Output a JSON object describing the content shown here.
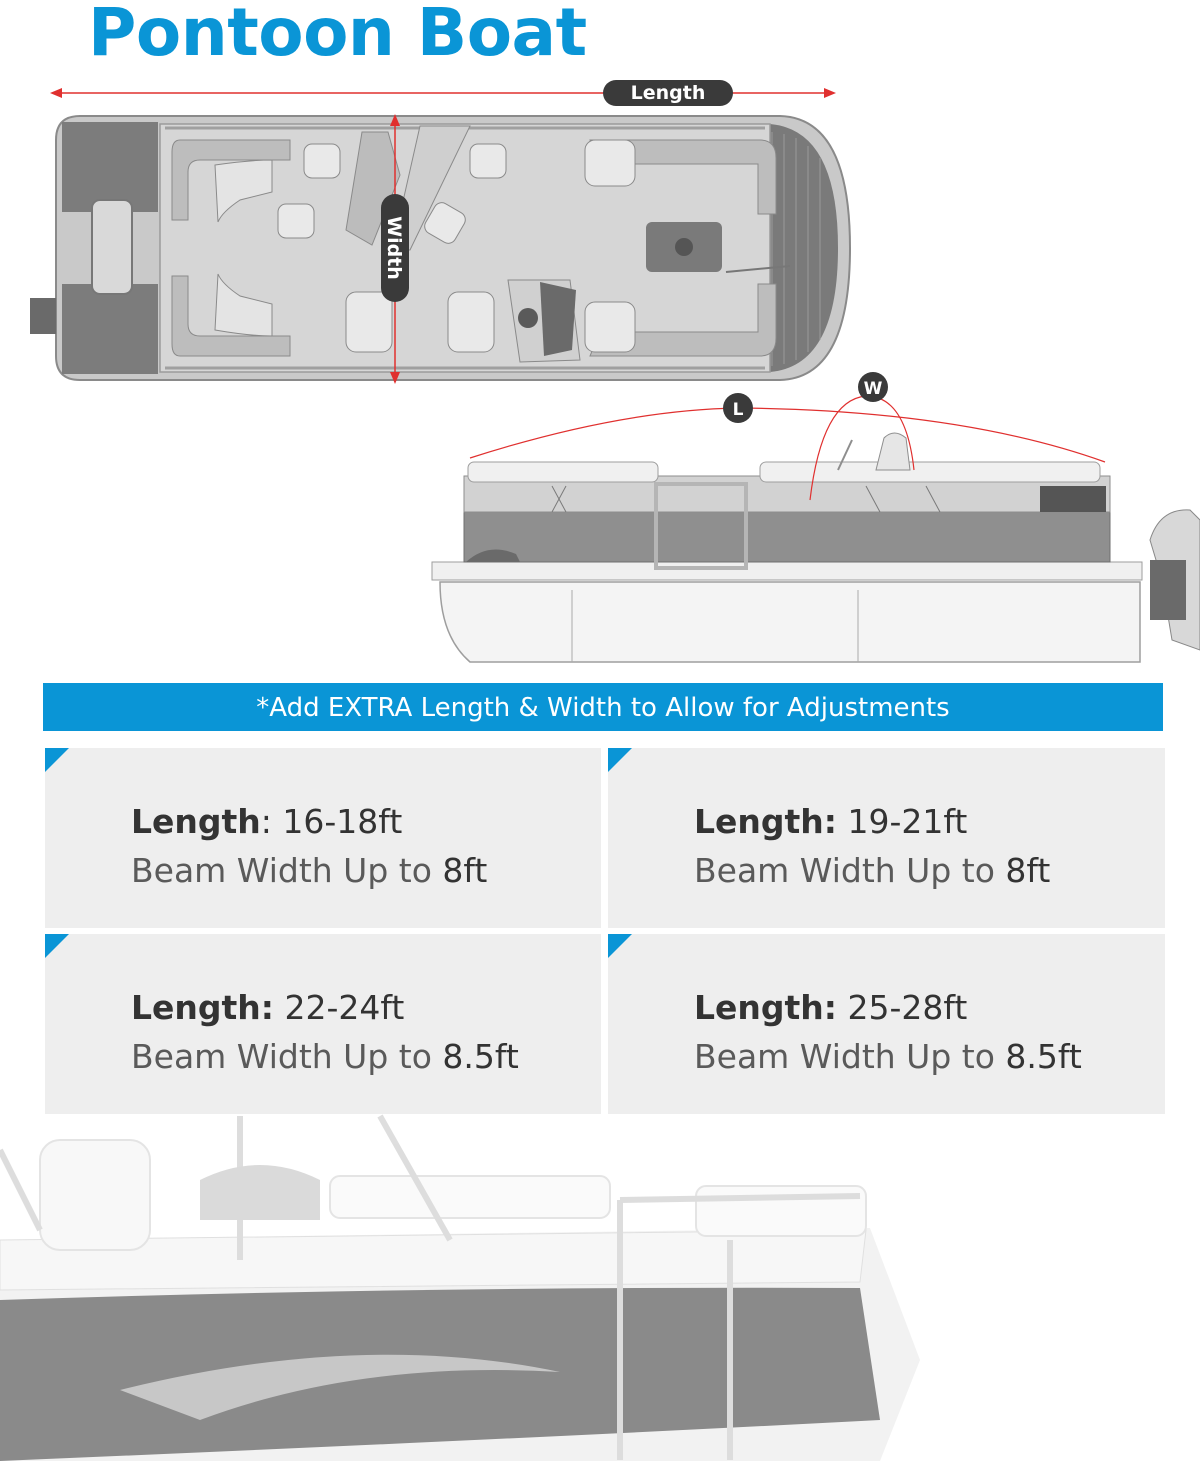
{
  "title": "Pontoon Boat",
  "diagram": {
    "length_label": "Length",
    "width_label": "Width",
    "l_marker": "L",
    "w_marker": "W"
  },
  "banner": "*Add EXTRA Length & Width to Allow for Adjustments",
  "sizes": [
    {
      "length_label": "Length",
      "length_value": "16-18ft",
      "width_prefix": "Beam Width Up to",
      "width_value": "8ft"
    },
    {
      "length_label": "Length:",
      "length_value": "19-21ft",
      "width_prefix": "Beam Width Up to",
      "width_value": "8ft"
    },
    {
      "length_label": "Length:",
      "length_value": "22-24ft",
      "width_prefix": "Beam Width Up to",
      "width_value": "8.5ft"
    },
    {
      "length_label": "Length:",
      "length_value": "25-28ft",
      "width_prefix": "Beam Width Up to",
      "width_value": "8.5ft"
    }
  ],
  "colors": {
    "accent": "#0a95d6",
    "card_bg": "#eeeeee",
    "dimension_line": "#e0302f"
  }
}
